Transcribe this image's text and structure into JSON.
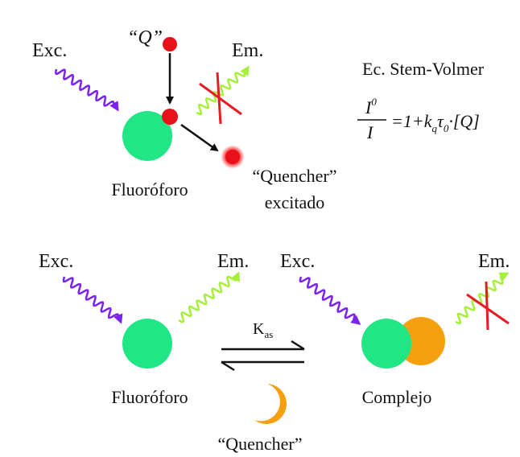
{
  "colors": {
    "fluorophore": "#20e685",
    "quencher_dot": "#e8101a",
    "quencher_glow": "#ff6a6a",
    "orange": "#f5a00f",
    "excitation_wave": "#7b22f0",
    "emission_wave": "#a6f03c",
    "cross": "#e81b22",
    "arrow": "#111111"
  },
  "top": {
    "exc_label": "Exc.",
    "em_label": "Em.",
    "q_label": "“Q”",
    "fluoro_label": "Fluoróforo",
    "excited_line1": "“Quencher”",
    "excited_line2": "excitado",
    "equation": {
      "title": "Ec. Stem-Volmer",
      "num": "I",
      "num_sup": "0",
      "den": "I",
      "rhs_a": "=1+k",
      "rhs_sub_q": "q",
      "rhs_tau": "τ",
      "rhs_sub_0": "0",
      "rhs_b": "·[Q]"
    }
  },
  "bottom": {
    "exc_left": "Exc.",
    "em_left": "Em.",
    "exc_right": "Exc.",
    "em_right": "Em.",
    "k_label": "K",
    "k_sub": "as",
    "fluoro_label": "Fluoróforo",
    "complex_label": "Complejo",
    "quencher_label": "“Quencher”"
  }
}
